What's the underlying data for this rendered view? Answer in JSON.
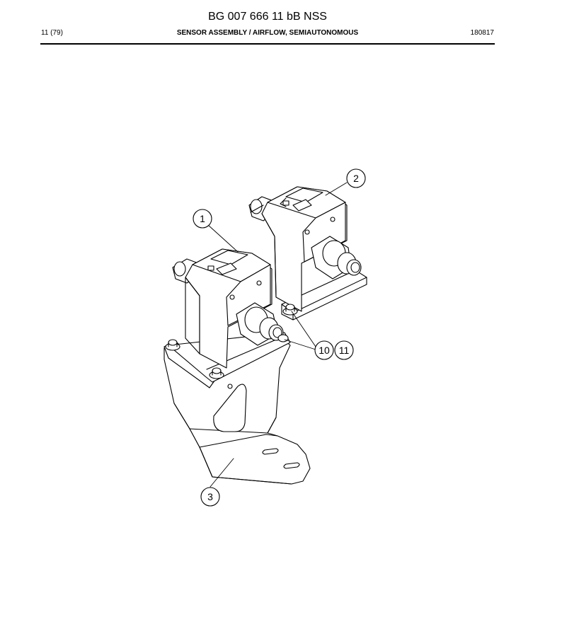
{
  "header": {
    "title": "BG 007 666 11 bB NSS",
    "page": "11 (79)",
    "section": "SENSOR ASSEMBLY / AIRFLOW, SEMIAUTONOMOUS",
    "code": "180817"
  },
  "callouts": [
    {
      "id": "callout-1",
      "label": "1"
    },
    {
      "id": "callout-2",
      "label": "2"
    },
    {
      "id": "callout-3",
      "label": "3"
    },
    {
      "id": "callout-10",
      "label": "10"
    },
    {
      "id": "callout-11",
      "label": "11"
    }
  ]
}
